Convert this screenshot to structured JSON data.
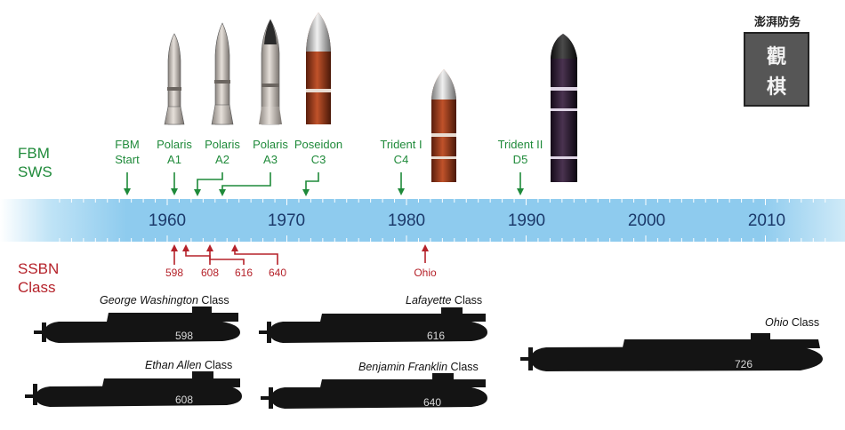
{
  "labels": {
    "fbm_sws_line1": "FBM",
    "fbm_sws_line2": "SWS",
    "ssbn_line1": "SSBN",
    "ssbn_line2": "Class"
  },
  "fbm_systems": [
    {
      "line1": "FBM",
      "line2": "Start",
      "year": 1957
    },
    {
      "line1": "Polaris",
      "line2": "A1",
      "year": 1960
    },
    {
      "line1": "Polaris",
      "line2": "A2",
      "year": 1962
    },
    {
      "line1": "Polaris",
      "line2": "A3",
      "year": 1964
    },
    {
      "line1": "Poseidon",
      "line2": "C3",
      "year": 1971
    },
    {
      "line1": "Trident I",
      "line2": "C4",
      "year": 1979
    },
    {
      "line1": "Trident II",
      "line2": "D5",
      "year": 1989
    }
  ],
  "timeline": {
    "years": [
      "1960",
      "1970",
      "1980",
      "1990",
      "2000",
      "2010"
    ],
    "axis_color": "#8ecbee"
  },
  "ssbn_markers": [
    {
      "label": "598",
      "year": 1960
    },
    {
      "label": "608",
      "year": 1961
    },
    {
      "label": "616",
      "year": 1963
    },
    {
      "label": "640",
      "year": 1965
    },
    {
      "label": "Ohio",
      "year": 1981
    }
  ],
  "submarine_classes": [
    {
      "name_italic": "George Washington",
      "suffix": " Class",
      "hull_number": "598"
    },
    {
      "name_italic": "Ethan Allen",
      "suffix": " Class",
      "hull_number": "608"
    },
    {
      "name_italic": "Lafayette",
      "suffix": " Class",
      "hull_number": "616"
    },
    {
      "name_italic": "Benjamin Franklin",
      "suffix": " Class",
      "hull_number": "640"
    },
    {
      "name_italic": "Ohio",
      "suffix": " Class",
      "hull_number": "726"
    }
  ],
  "logo": {
    "top_text": "澎湃防务",
    "char1": "觀",
    "char2": "棋"
  },
  "colors": {
    "fbm": "#1f8a3a",
    "ssbn": "#b5222a",
    "year_text": "#1c3a6b",
    "hull": "#141414"
  }
}
